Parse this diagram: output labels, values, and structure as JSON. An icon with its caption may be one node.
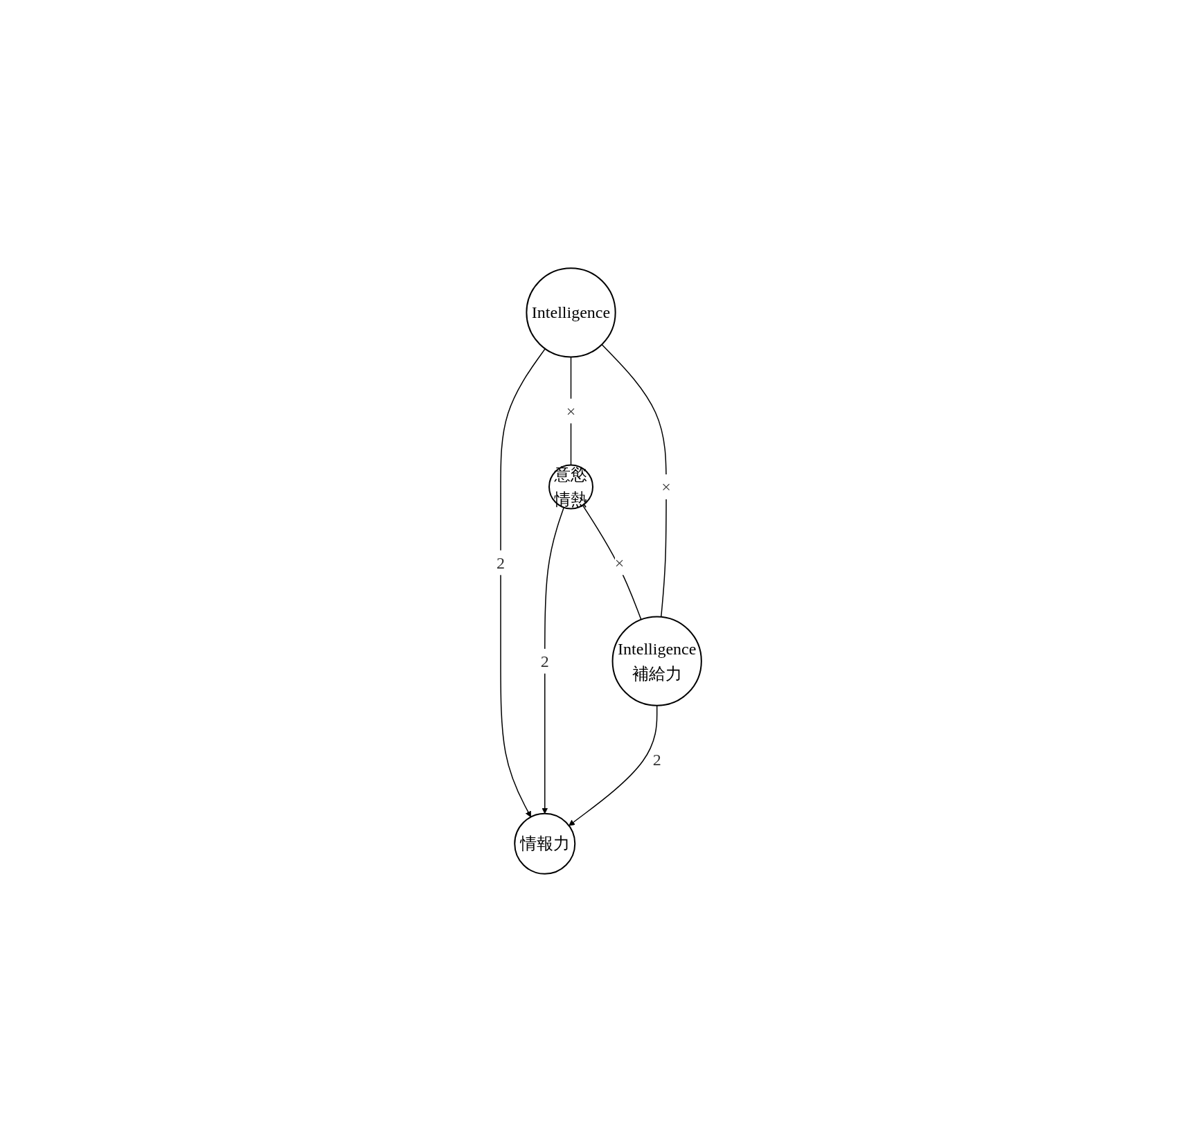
{
  "diagram": {
    "nodes": [
      {
        "text": [
          "Intelligence"
        ]
      },
      {
        "text": [
          "情報力"
        ]
      },
      {
        "text": [
          "意慾",
          "情熱"
        ]
      },
      {
        "text": [
          "Intelligence",
          "補給力"
        ]
      }
    ],
    "edges": [
      {
        "from": 0,
        "to": 1,
        "arrow": "to",
        "label": "2"
      },
      {
        "from": 0,
        "to": 2,
        "arrow": "none",
        "label": "×"
      },
      {
        "from": 0,
        "to": 3,
        "arrow": "none",
        "label": "×"
      },
      {
        "from": 2,
        "to": 1,
        "arrow": "to",
        "label": "2"
      },
      {
        "from": 3,
        "to": 1,
        "arrow": "to",
        "label": "2"
      },
      {
        "from": 2,
        "to": 3,
        "arrow": "none",
        "label": "×"
      }
    ]
  }
}
